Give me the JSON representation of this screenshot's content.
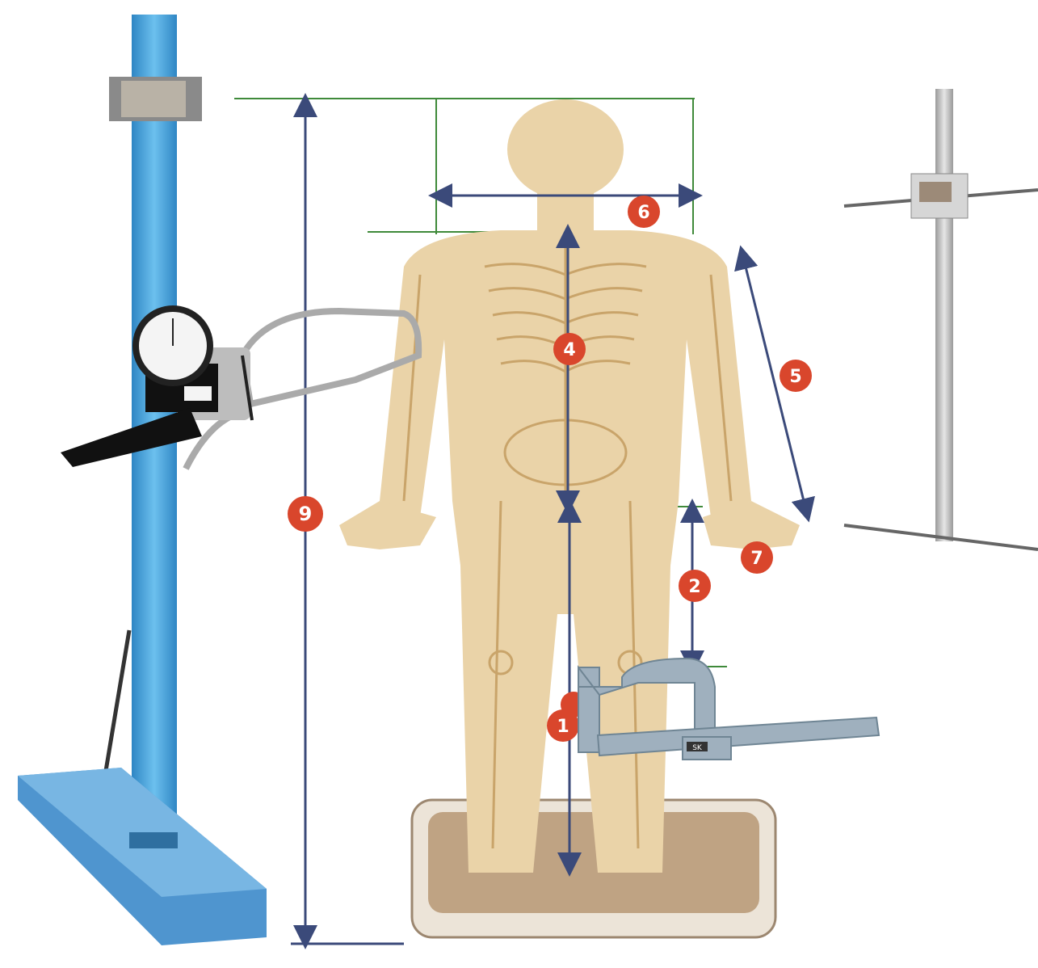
{
  "title_fragment": "",
  "figure": {
    "markers": [
      "1",
      "2",
      "4",
      "5",
      "6",
      "7",
      "9"
    ],
    "caliper_scale_label": "SK"
  },
  "colors": {
    "stadiometer_blue": "#4aa6de",
    "skin": "#ead3a8",
    "bone_line": "#c9a46a",
    "marker_red": "#d9462c",
    "measure_arrow": "#3b4a7a",
    "guide_green": "#3f8a3a",
    "scale_platform": "#bfa383",
    "caliper_grey": "#8fa3b3"
  }
}
